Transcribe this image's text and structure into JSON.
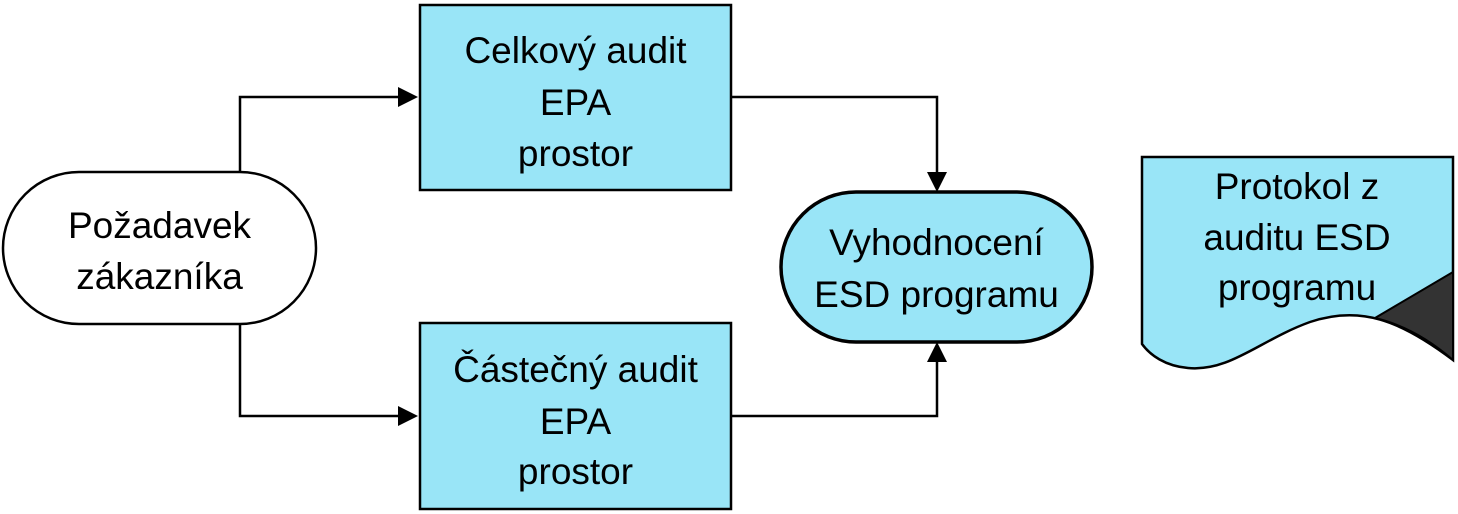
{
  "colors": {
    "process_fill": "#99E5F7",
    "terminal_start_fill": "#FFFFFF",
    "document_fold_fill": "#333333",
    "stroke": "#000000"
  },
  "nodes": {
    "customer_request": {
      "shape": "rounded-terminal",
      "lines": [
        "Požadavek",
        "zákazníka"
      ]
    },
    "full_audit": {
      "shape": "process-box",
      "lines": [
        "Celkový audit",
        "EPA",
        "prostor"
      ]
    },
    "partial_audit": {
      "shape": "process-box",
      "lines": [
        "Částečný audit",
        "EPA",
        "prostor"
      ]
    },
    "evaluation": {
      "shape": "rounded-terminal",
      "lines": [
        "Vyhodnocení",
        "ESD programu"
      ]
    },
    "audit_report": {
      "shape": "document",
      "lines": [
        "Protokol z",
        "auditu ESD",
        "programu"
      ]
    }
  },
  "edges": [
    {
      "from": "customer_request",
      "to": "full_audit"
    },
    {
      "from": "customer_request",
      "to": "partial_audit"
    },
    {
      "from": "full_audit",
      "to": "evaluation"
    },
    {
      "from": "partial_audit",
      "to": "evaluation"
    }
  ]
}
